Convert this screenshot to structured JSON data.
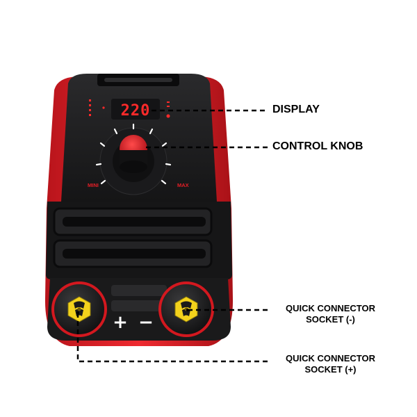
{
  "device": {
    "display_value": "220",
    "knob_min_label": "MINI",
    "knob_max_label": "MAX",
    "terminal_plus_symbol": "+",
    "terminal_minus_symbol": "−"
  },
  "callouts": {
    "display": "DISPLAY",
    "control_knob": "CONTROL KNOB",
    "socket_negative": [
      "QUICK CONNECTOR",
      "SOCKET (-)"
    ],
    "socket_positive": [
      "QUICK CONNECTOR",
      "SOCKET (+)"
    ]
  },
  "colors": {
    "body_red": "#e41e26",
    "body_black": "#1c1c1e",
    "display_red": "#ff2a2a",
    "connector_yellow": "#f3d21c"
  }
}
